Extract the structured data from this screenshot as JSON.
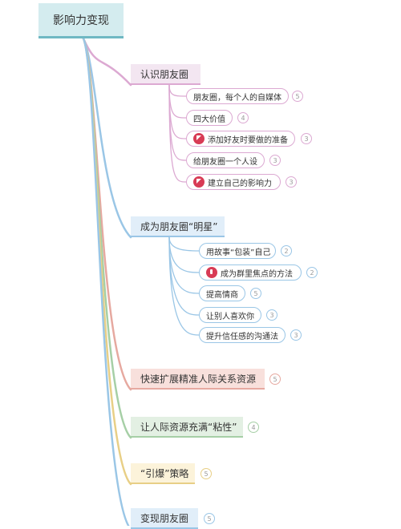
{
  "root": {
    "title": "影响力变现"
  },
  "colors": {
    "pink": "#f3e6f1",
    "pink_border": "#dca9d2",
    "blue": "#e1eef9",
    "blue_border": "#9ac6e6",
    "salmon": "#f8e0dc",
    "salmon_border": "#e6a9a0",
    "green": "#e3f0e3",
    "green_border": "#a6cfa6",
    "yellow": "#fcf3da",
    "yellow_border": "#e8cf86",
    "flag_red": "#d83b55"
  },
  "branches": [
    {
      "title": "认识朋友圈",
      "children": [
        {
          "label": "朋友圈，每个人的自媒体",
          "count": "5",
          "icon": ""
        },
        {
          "label": "四大价值",
          "count": "4",
          "icon": ""
        },
        {
          "label": "添加好友时要做的准备",
          "count": "3",
          "icon": "flag-icon"
        },
        {
          "label": "给朋友圈一个人设",
          "count": "3",
          "icon": ""
        },
        {
          "label": "建立自己的影响力",
          "count": "3",
          "icon": "flag-icon"
        }
      ]
    },
    {
      "title": "成为朋友圈“明星”",
      "children": [
        {
          "label": "用故事“包装”自己",
          "count": "2",
          "icon": ""
        },
        {
          "label": "成为群里焦点的方法",
          "count": "2",
          "icon": "pin-icon"
        },
        {
          "label": "提高情商",
          "count": "5",
          "icon": ""
        },
        {
          "label": "让别人喜欢你",
          "count": "3",
          "icon": ""
        },
        {
          "label": "提升信任感的沟通法",
          "count": "3",
          "icon": ""
        }
      ]
    },
    {
      "title": "快速扩展精准人际关系资源",
      "count": "5"
    },
    {
      "title": "让人际资源充满“粘性”",
      "count": "4"
    },
    {
      "title": "“引爆”策略",
      "count": "5"
    },
    {
      "title": "变现朋友圈",
      "count": "5"
    }
  ]
}
